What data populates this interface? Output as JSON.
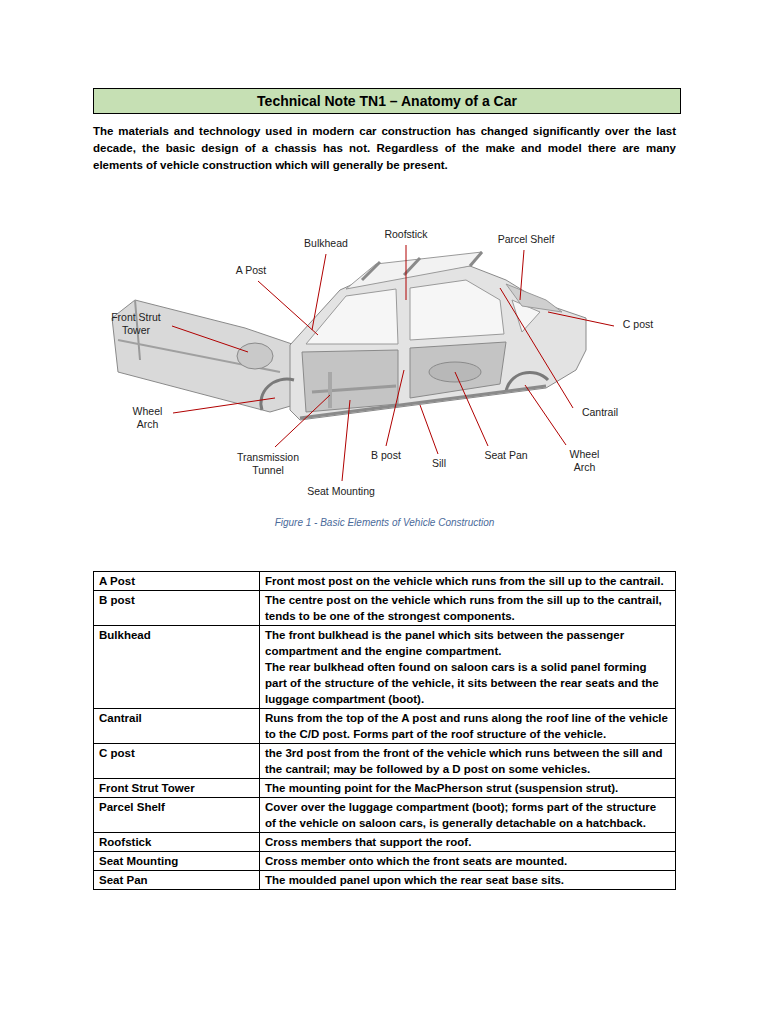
{
  "diagram": {
    "title": "Technical Note TN1 – Anatomy of a Car",
    "caption": "Figure 1 - Basic Elements of Vehicle Construction",
    "labels": [
      "The materials and technology used in modern car construction has changed significantly over the last decade, the basic design of a chassis has not. Regardless of the make and model there are many elements of vehicle construction which will generally be present.",
      "Roofstick",
      "Bulkhead",
      "Parcel Shelf",
      "A Post",
      "Front Strut Tower",
      "C post",
      "Wheel Arch",
      "Cantrail",
      "Transmission Tunnel",
      "B post",
      "Sill",
      "Seat Pan",
      "Wheel Arch",
      "Seat Mounting",
      "A Post",
      "Front most post on the vehicle which runs from the sill up to the cantrail.",
      "B post",
      "The centre post on the vehicle which runs from the sill up to the cantrail, tends to be one of the strongest components.",
      "Bulkhead",
      "The front bulkhead is the panel which sits between the passenger compartment and the engine compartment.",
      "The rear bulkhead often found on saloon cars is a solid panel forming part of the structure of the vehicle, it sits between the rear seats and the luggage compartment (boot).",
      "Cantrail",
      "Runs from the top of the A post and runs along the roof line of the vehicle to the C/D post. Forms part of the roof structure of the vehicle.",
      "C post",
      "the 3rd post from the front of the vehicle which runs between the sill and the cantrail; may be followed by a D post on some vehicles.",
      "Front Strut Tower",
      "The mounting point for the MacPherson strut (suspension strut).",
      "Parcel Shelf",
      "Cover over the luggage compartment (boot); forms part of the structure of the vehicle on saloon cars, is generally detachable on a hatchback.",
      "Roofstick",
      "Cross members that support the roof.",
      "Seat Mounting",
      "Cross member onto which the front seats are mounted.",
      "Seat Pan",
      "The moulded panel upon which the rear seat base sits."
    ]
  }
}
